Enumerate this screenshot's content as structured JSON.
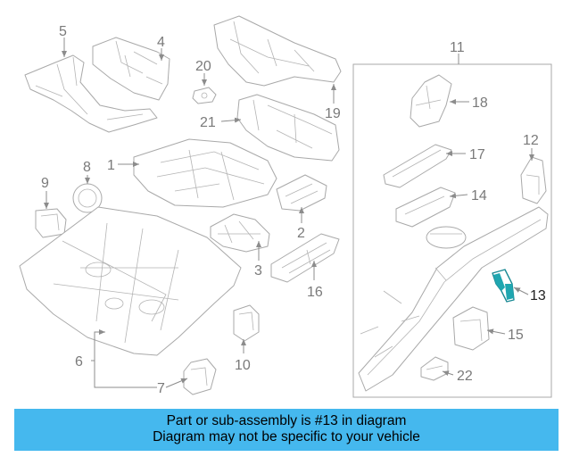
{
  "diagram": {
    "callouts": {
      "c1": "1",
      "c2": "2",
      "c3": "3",
      "c4": "4",
      "c5": "5",
      "c6": "6",
      "c7": "7",
      "c8": "8",
      "c9": "9",
      "c10": "10",
      "c11": "11",
      "c12": "12",
      "c13": "13",
      "c14": "14",
      "c15": "15",
      "c16": "16",
      "c17": "17",
      "c18": "18",
      "c19": "19",
      "c20": "20",
      "c21": "21",
      "c22": "22"
    },
    "highlight_color": "#1fa6b0",
    "line_color": "#a9a9a9"
  },
  "banner": {
    "line1": "Part or sub-assembly is #13 in diagram",
    "line2": "Diagram may not be specific to your vehicle",
    "background": "#45b8ee"
  }
}
